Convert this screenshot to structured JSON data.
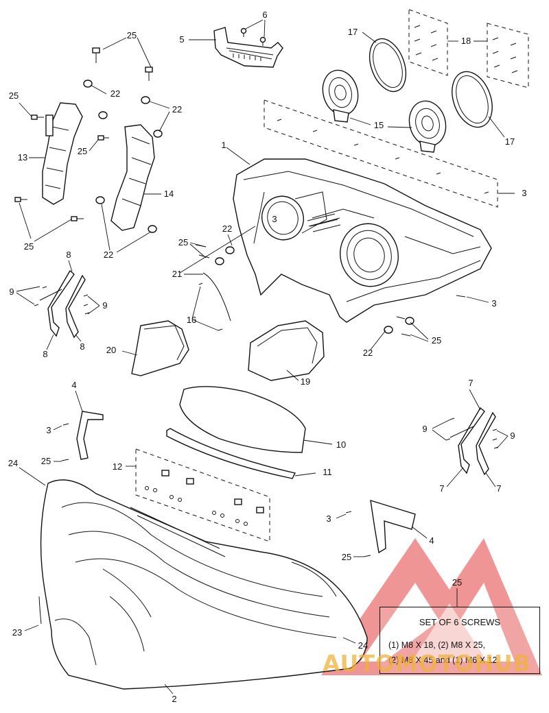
{
  "callouts": [
    {
      "id": "c25a",
      "label": "25"
    },
    {
      "id": "c22a",
      "label": "22"
    },
    {
      "id": "c25b",
      "label": "25"
    },
    {
      "id": "c22b",
      "label": "22"
    },
    {
      "id": "c25c",
      "label": "25"
    },
    {
      "id": "c13",
      "label": "13"
    },
    {
      "id": "c14",
      "label": "14"
    },
    {
      "id": "c25d",
      "label": "25"
    },
    {
      "id": "c22c",
      "label": "22"
    },
    {
      "id": "c5",
      "label": "5"
    },
    {
      "id": "c6",
      "label": "6"
    },
    {
      "id": "c17a",
      "label": "17"
    },
    {
      "id": "c18",
      "label": "18"
    },
    {
      "id": "c15",
      "label": "15"
    },
    {
      "id": "c17b",
      "label": "17"
    },
    {
      "id": "c1",
      "label": "1"
    },
    {
      "id": "c3a",
      "label": "3"
    },
    {
      "id": "c3b",
      "label": "3"
    },
    {
      "id": "c3c",
      "label": "3"
    },
    {
      "id": "c22d",
      "label": "22"
    },
    {
      "id": "c25e",
      "label": "25"
    },
    {
      "id": "c8a",
      "label": "8"
    },
    {
      "id": "c9a",
      "label": "9"
    },
    {
      "id": "c9b",
      "label": "9"
    },
    {
      "id": "c8b",
      "label": "8"
    },
    {
      "id": "c8c",
      "label": "8"
    },
    {
      "id": "c21",
      "label": "21"
    },
    {
      "id": "c16",
      "label": "16"
    },
    {
      "id": "c25f",
      "label": "25"
    },
    {
      "id": "c22e",
      "label": "22"
    },
    {
      "id": "c20",
      "label": "20"
    },
    {
      "id": "c19",
      "label": "19"
    },
    {
      "id": "c4a",
      "label": "4"
    },
    {
      "id": "c3d",
      "label": "3"
    },
    {
      "id": "c25g",
      "label": "25"
    },
    {
      "id": "c10",
      "label": "10"
    },
    {
      "id": "c11",
      "label": "11"
    },
    {
      "id": "c12",
      "label": "12"
    },
    {
      "id": "c24a",
      "label": "24"
    },
    {
      "id": "c7a",
      "label": "7"
    },
    {
      "id": "c9c",
      "label": "9"
    },
    {
      "id": "c9d",
      "label": "9"
    },
    {
      "id": "c7b",
      "label": "7"
    },
    {
      "id": "c7c",
      "label": "7"
    },
    {
      "id": "c3e",
      "label": "3"
    },
    {
      "id": "c4b",
      "label": "4"
    },
    {
      "id": "c25h",
      "label": "25"
    },
    {
      "id": "c25i",
      "label": "25"
    },
    {
      "id": "c23",
      "label": "23"
    },
    {
      "id": "c24b",
      "label": "24"
    },
    {
      "id": "c2",
      "label": "2"
    }
  ],
  "note": {
    "title": "SET OF 6 SCREWS",
    "line1": "(1) M8 X 18, (2) M8 X 25,",
    "line2": "(2) M8 X 45 and (1) M6 X 12"
  },
  "watermark": {
    "text": "AUTOMOTOHUB",
    "color_main": "#e2403f",
    "color_text": "#f0b23b"
  }
}
